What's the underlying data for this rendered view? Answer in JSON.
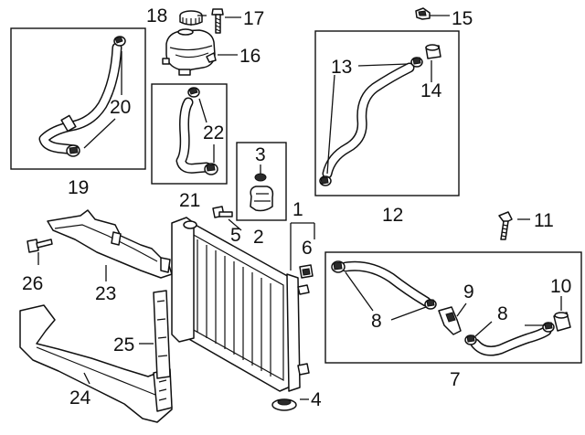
{
  "callouts": {
    "n1": "1",
    "n2": "2",
    "n3": "3",
    "n4": "4",
    "n5": "5",
    "n6": "6",
    "n7": "7",
    "n8a": "8",
    "n8b": "8",
    "n9": "9",
    "n10": "10",
    "n11": "11",
    "n12": "12",
    "n13": "13",
    "n14": "14",
    "n15": "15",
    "n16": "16",
    "n17": "17",
    "n18": "18",
    "n19": "19",
    "n20": "20",
    "n21": "21",
    "n22": "22",
    "n23": "23",
    "n24": "24",
    "n25": "25",
    "n26": "26"
  },
  "parts": {
    "radiator": "radiator-assembly",
    "reservoir": "coolant-reservoir",
    "reservoir_cap": "reservoir-cap",
    "upper_hose": "upper-radiator-hose",
    "lower_hose": "lower-radiator-hose",
    "overflow_hose": "overflow-hose",
    "bypass_hose": "bypass-hose",
    "air_deflector": "air-deflector",
    "lower_support": "lower-support-panel",
    "side_seal": "side-seal"
  }
}
